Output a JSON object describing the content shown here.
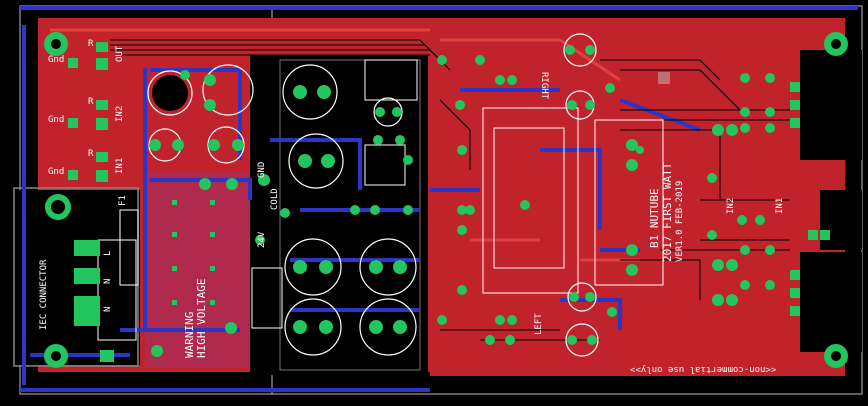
{
  "colors": {
    "background": "#000000",
    "top_copper": "#c0232b",
    "bottom_copper": "#2b36c7",
    "pad": "#22c55e",
    "silkscreen": "#ffffff",
    "outline": "#bdbdbd"
  },
  "labels": {
    "out": "OUT",
    "gnd_out": "Gnd",
    "r_out": "R",
    "gnd_in2": "Gnd",
    "in2": "IN2",
    "r_in2": "R",
    "gnd_in1": "Gnd",
    "in1": "IN1",
    "r_in1": "R",
    "fuse": "F1",
    "iec": "IEC CONNECTOR",
    "pins": [
      "L",
      "N",
      "N"
    ],
    "warning": "WARNING",
    "high_voltage": "HIGH VOLTAGE",
    "v24": "24V",
    "gnd_rail": "GND",
    "cold": "COLD",
    "right": "RIGHT",
    "left": "LEFT",
    "title1": "B1 NUTUBE",
    "title2": "2017 FIRST WATT",
    "version": "VER1.0 FEB-2019",
    "in2_right": "IN2",
    "in1_right": "IN1",
    "notice": "<<non-commertial use only>>"
  }
}
